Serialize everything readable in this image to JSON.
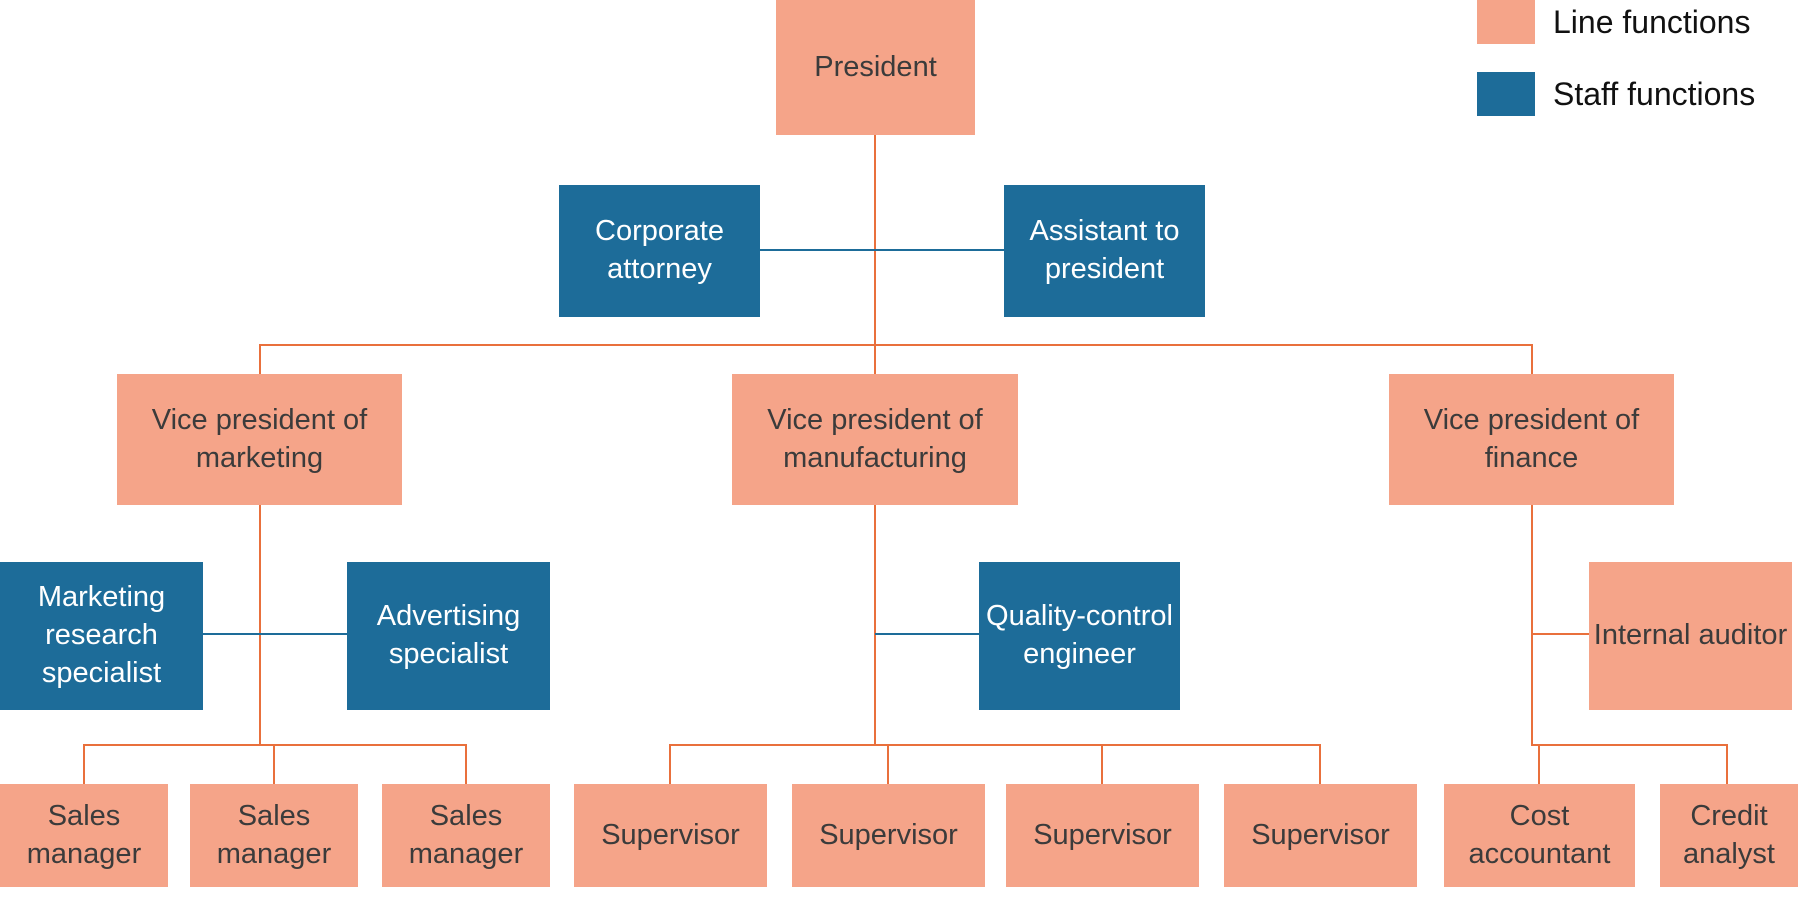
{
  "legend": {
    "line_label": "Line functions",
    "staff_label": "Staff functions",
    "line_color": "#F5A489",
    "staff_color": "#1D6C99"
  },
  "colors": {
    "line_box_fill": "#F5A489",
    "staff_box_fill": "#1D6C99",
    "line_connector": "#E9703C",
    "staff_connector": "#1D6C99",
    "line_box_text": "#3B3B3B",
    "staff_box_text": "#FFFFFF"
  },
  "nodes": {
    "president": "President",
    "corporate_attorney": "Corporate attorney",
    "assistant_to_president": "Assistant to president",
    "vp_marketing": "Vice president of marketing",
    "vp_manufacturing": "Vice president of manufacturing",
    "vp_finance": "Vice president of finance",
    "marketing_research_specialist": "Marketing research specialist",
    "advertising_specialist": "Advertising specialist",
    "quality_control_engineer": "Quality-control engineer",
    "internal_auditor": "Internal auditor",
    "sales_managers": [
      "Sales manager",
      "Sales manager",
      "Sales manager"
    ],
    "supervisors": [
      "Supervisor",
      "Supervisor",
      "Supervisor",
      "Supervisor"
    ],
    "cost_accountant": "Cost accountant",
    "credit_analyst": "Credit analyst"
  }
}
